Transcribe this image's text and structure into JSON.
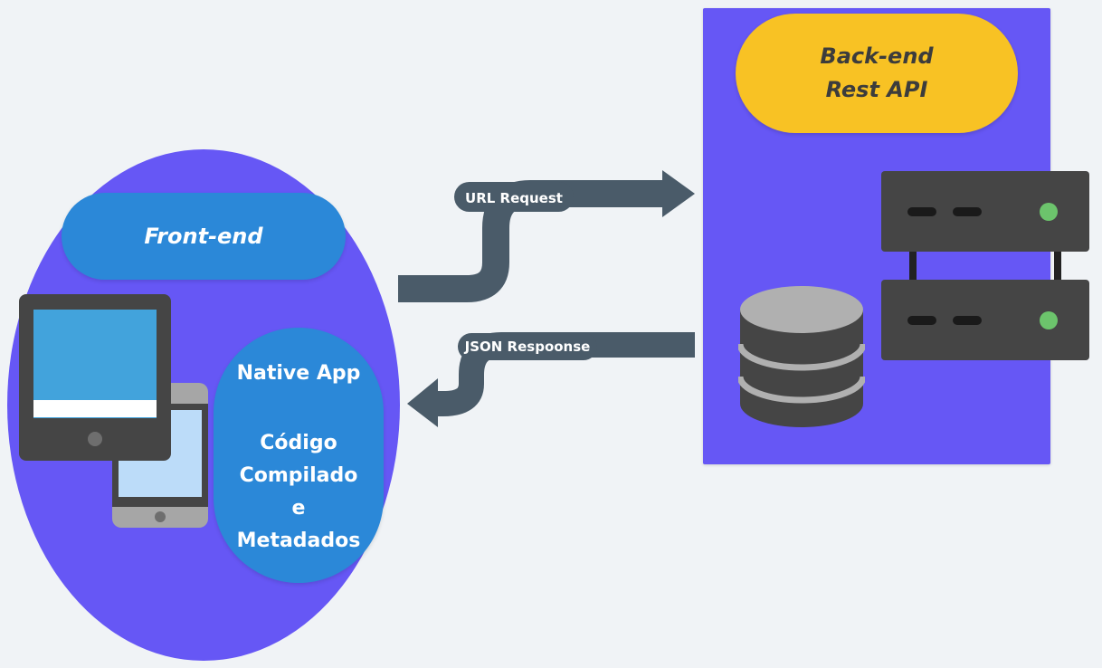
{
  "frontend": {
    "title": "Front-end",
    "native_line1": "Native App",
    "native_line2": "Código",
    "native_line3": "Compilado",
    "native_line4": "e",
    "native_line5": "Metadados"
  },
  "backend": {
    "title_line1": "Back-end",
    "title_line2": "Rest API"
  },
  "arrows": {
    "request_label": "URL Request",
    "response_label": "JSON Respoonse"
  },
  "colors": {
    "background": "#f0f3f6",
    "panel_purple": "#6657f5",
    "pill_blue": "#2b88d8",
    "pill_yellow": "#f8c224",
    "arrow_slate": "#4a5b69",
    "server_dark": "#444444",
    "server_led": "#6cc46c",
    "device_screen_blue": "#42a3dc",
    "phone_screen_light": "#bcdcf9",
    "phone_body_gray": "#a6a6a6"
  }
}
